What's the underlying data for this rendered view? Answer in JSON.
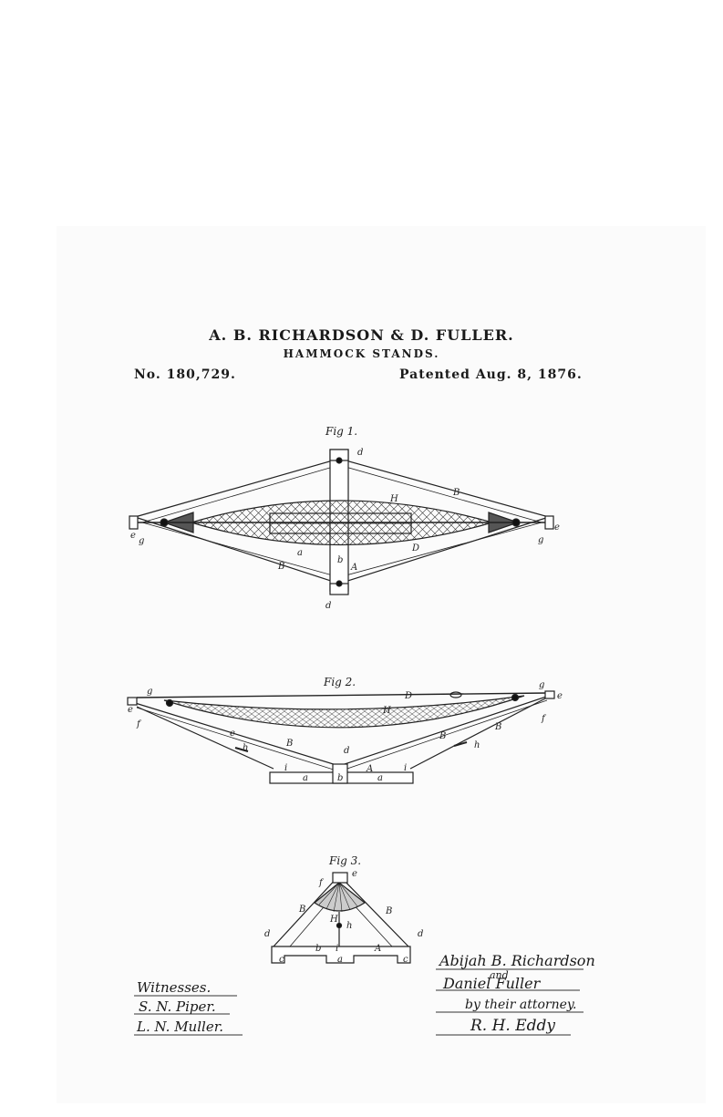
{
  "header": {
    "inventors": "A. B. RICHARDSON & D. FULLER.",
    "subject": "HAMMOCK STANDS.",
    "patent_number": "No. 180,729.",
    "patent_date": "Patented Aug. 8, 1876."
  },
  "figures": {
    "fig1": "Fig 1.",
    "fig2": "Fig 2.",
    "fig3": "Fig 3."
  },
  "reference_letters": {
    "d": "d",
    "e": "e",
    "g": "g",
    "a": "a",
    "b": "b",
    "A": "A",
    "B": "B",
    "D": "D",
    "H": "H",
    "f": "f",
    "h": "h",
    "i": "i",
    "c": "c"
  },
  "signatures": {
    "witnesses_heading": "Witnesses.",
    "witness_1": "S. N. Piper.",
    "witness_2": "L. N. Muller.",
    "inventor_1": "Abijah B. Richardson",
    "conjunction": "and",
    "inventor_2": "Daniel Fuller",
    "attorney_line": "by their attorney.",
    "attorney_signature": "R. H. Eddy"
  }
}
